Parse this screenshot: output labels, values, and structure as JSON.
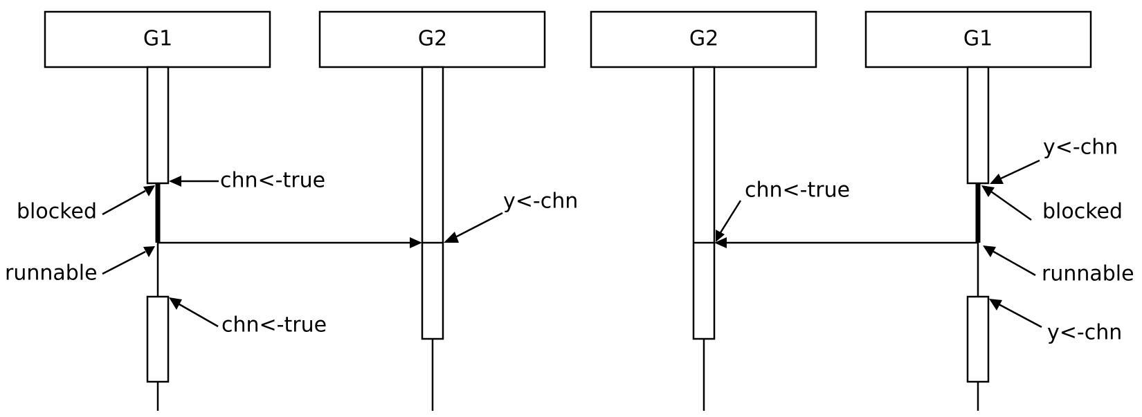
{
  "left": {
    "lifelines": [
      "G1",
      "G2"
    ],
    "labels": {
      "send_1": "chn<-true",
      "blocked": "blocked",
      "runnable": "runnable",
      "receive": "y<-chn",
      "send_2": "chn<-true"
    }
  },
  "right": {
    "lifelines": [
      "G2",
      "G1"
    ],
    "labels": {
      "send": "chn<-true",
      "receive_1": "y<-chn",
      "blocked": "blocked",
      "runnable": "runnable",
      "receive_2": "y<-chn"
    }
  }
}
